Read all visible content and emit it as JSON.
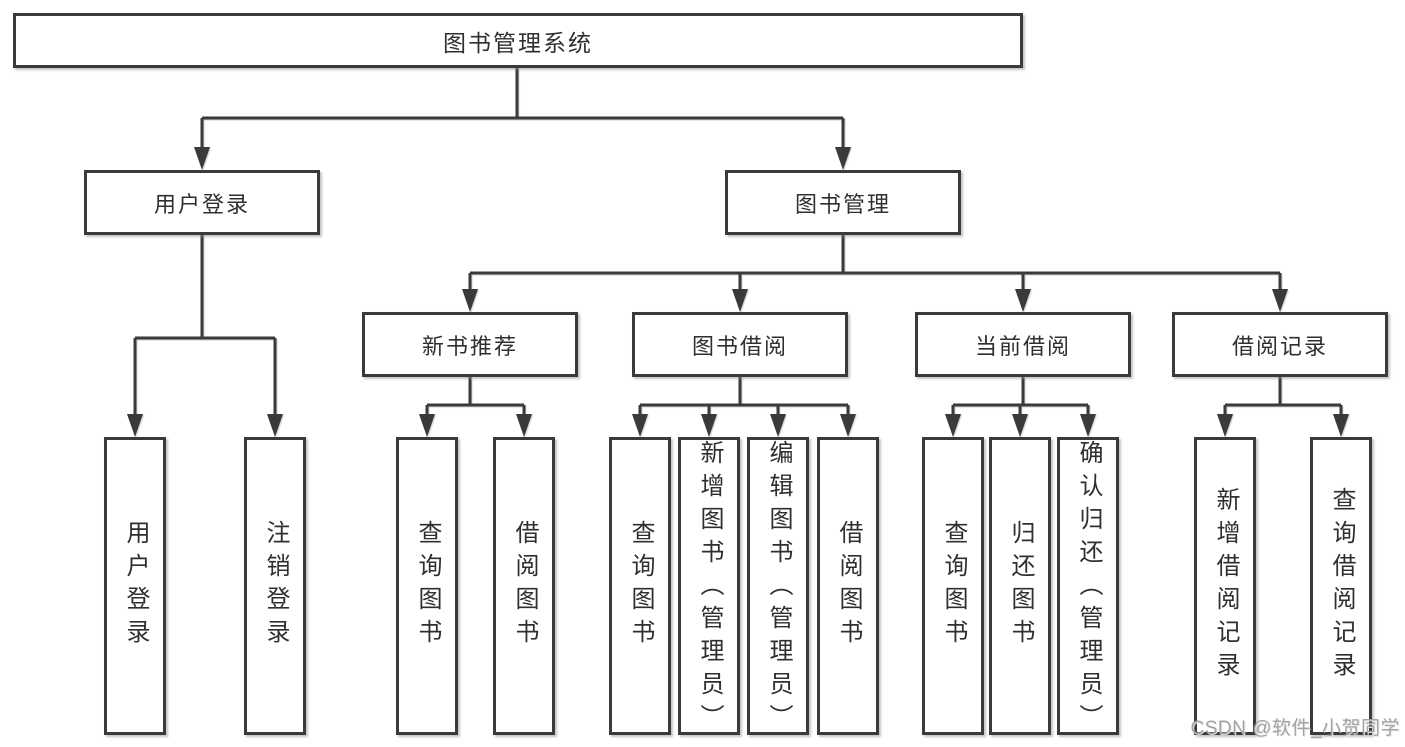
{
  "tree": {
    "root": {
      "label": "图书管理系统"
    },
    "login": {
      "label": "用户登录",
      "children": [
        {
          "label": "用户登录"
        },
        {
          "label": "注销登录"
        }
      ]
    },
    "mgmt": {
      "label": "图书管理",
      "branches": [
        {
          "label": "新书推荐",
          "children": [
            {
              "label": "查询图书"
            },
            {
              "label": "借阅图书"
            }
          ]
        },
        {
          "label": "图书借阅",
          "children": [
            {
              "label": "查询图书"
            },
            {
              "label": "新增图书（管理员）"
            },
            {
              "label": "编辑图书（管理员）"
            },
            {
              "label": "借阅图书"
            }
          ]
        },
        {
          "label": "当前借阅",
          "children": [
            {
              "label": "查询图书"
            },
            {
              "label": "归还图书"
            },
            {
              "label": "确认归还（管理员）"
            }
          ]
        },
        {
          "label": "借阅记录",
          "children": [
            {
              "label": "新增借阅记录"
            },
            {
              "label": "查询借阅记录"
            }
          ]
        }
      ]
    },
    "watermark": "CSDN @软件_小贺同学"
  }
}
